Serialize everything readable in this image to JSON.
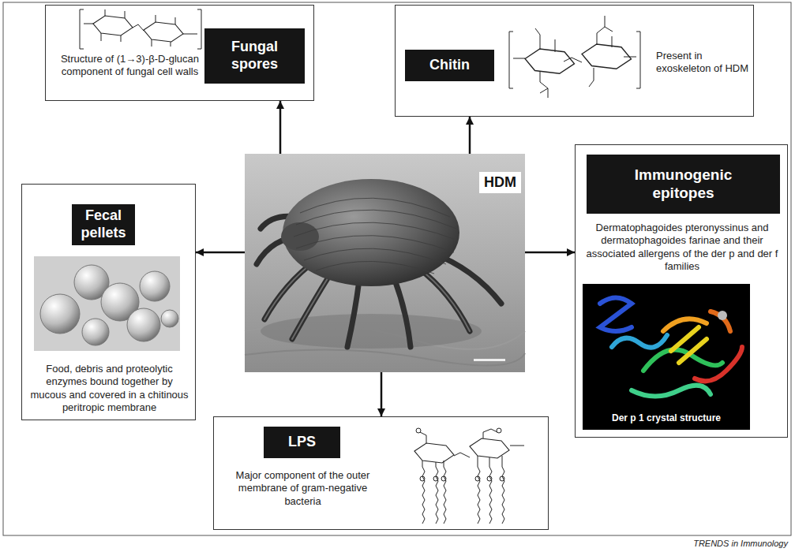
{
  "diagram": {
    "nodes": [
      {
        "text": [
          "Structure of (1→3)-β-D-glucan component of fungal cell walls"
        ]
      },
      {
        "text": [
          "Fungal spores"
        ],
        "in": 0
      },
      {
        "text": [
          "Present in exoskeleton of HDM"
        ]
      },
      {
        "text": [
          "Chitin"
        ],
        "in": 2
      },
      {
        "text": [
          "Food, debris and proteolytic enzymes bound together by mucous and covered in a chitinous peritropic membrane"
        ]
      },
      {
        "text": [
          "Fecal pellets"
        ],
        "in": 4
      },
      {
        "text": [
          "HDM"
        ]
      },
      {
        "text": [
          "Dermatophagoides pteronyssinus and dermatophagoides farinae and their associated allergens of the der p and der f families"
        ]
      },
      {
        "text": [
          "Immunogenic epitopes"
        ],
        "in": 7
      },
      {
        "text": [
          "Major component of the outer membrane of gram-negative bacteria"
        ]
      },
      {
        "text": [
          "LPS"
        ],
        "in": 9
      }
    ],
    "edges": [
      {
        "from": 6,
        "to": 0,
        "arrow": "to"
      },
      {
        "from": 6,
        "to": 2,
        "arrow": "to"
      },
      {
        "from": 6,
        "to": 4,
        "arrow": "to"
      },
      {
        "from": 6,
        "to": 7,
        "arrow": "to"
      },
      {
        "from": 6,
        "to": 9,
        "arrow": "to"
      }
    ],
    "labels": [
      "Der p 1 crystal structure",
      "TRENDS in Immunology"
    ]
  }
}
